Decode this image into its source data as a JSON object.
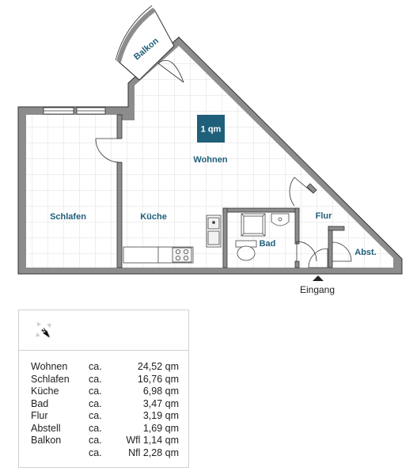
{
  "plan": {
    "scale_label": "1 qm",
    "entrance_label": "Eingang",
    "rooms": [
      {
        "id": "wohnen",
        "label": "Wohnen"
      },
      {
        "id": "schlafen",
        "label": "Schlafen"
      },
      {
        "id": "kueche",
        "label": "Küche"
      },
      {
        "id": "bad",
        "label": "Bad"
      },
      {
        "id": "flur",
        "label": "Flur"
      },
      {
        "id": "abstell",
        "label": "Abst."
      },
      {
        "id": "balkon",
        "label": "Balkon"
      }
    ],
    "colors": {
      "wall": "#8c8c8c",
      "wall_edge": "#333333",
      "label": "#1f5f7a",
      "scale_box": "#1f5f7a"
    }
  },
  "legend": {
    "compass_icon": "north-arrow-compass",
    "areas": [
      {
        "name": "Wohnen",
        "ca": "ca.",
        "value": "24,52 qm"
      },
      {
        "name": "Schlafen",
        "ca": "ca.",
        "value": "16,76 qm"
      },
      {
        "name": "Küche",
        "ca": "ca.",
        "value": "6,98 qm"
      },
      {
        "name": "Bad",
        "ca": "ca.",
        "value": "3,47 qm"
      },
      {
        "name": "Flur",
        "ca": "ca.",
        "value": "3,19 qm"
      },
      {
        "name": "Abstell",
        "ca": "ca.",
        "value": "1,69 qm"
      },
      {
        "name": "Balkon",
        "ca": "ca.",
        "value": "Wfl 1,14 qm"
      },
      {
        "name": "",
        "ca": "ca.",
        "value": "Nfl 2,28 qm"
      }
    ]
  }
}
